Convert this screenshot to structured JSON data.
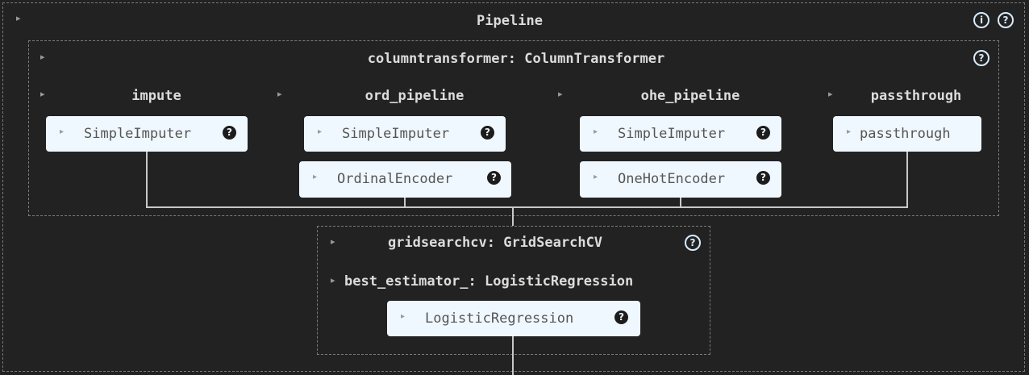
{
  "pipeline": {
    "title": "Pipeline",
    "info_glyph": "i",
    "help_glyph": "?"
  },
  "column_transformer": {
    "title": "columntransformer: ColumnTransformer",
    "help_glyph": "?"
  },
  "branches": {
    "impute": {
      "title": "impute",
      "step1": "SimpleImputer"
    },
    "ord_pipeline": {
      "title": "ord_pipeline",
      "step1": "SimpleImputer",
      "step2": "OrdinalEncoder"
    },
    "ohe_pipeline": {
      "title": "ohe_pipeline",
      "step1": "SimpleImputer",
      "step2": "OneHotEncoder"
    },
    "passthrough": {
      "title": "passthrough",
      "step1": "passthrough"
    }
  },
  "grid_search": {
    "title": "gridsearchcv: GridSearchCV",
    "best_estimator_title": "best_estimator_: LogisticRegression",
    "step1": "LogisticRegression",
    "help_glyph": "?"
  },
  "glyphs": {
    "expand_arrow": "▸",
    "help": "?"
  }
}
